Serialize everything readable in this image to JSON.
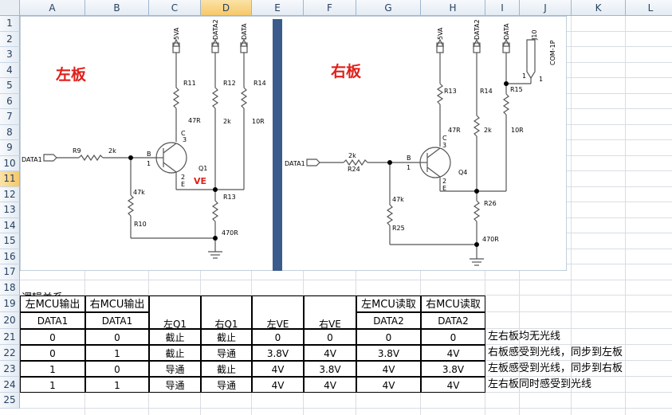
{
  "columns": [
    "A",
    "B",
    "C",
    "D",
    "E",
    "F",
    "G",
    "H",
    "I",
    "J",
    "K",
    "L"
  ],
  "selected_column": "D",
  "selected_row": "11",
  "rows": [
    "1",
    "2",
    "3",
    "4",
    "5",
    "6",
    "7",
    "8",
    "9",
    "10",
    "11",
    "12",
    "13",
    "14",
    "15",
    "16",
    "17",
    "18",
    "19",
    "20",
    "21",
    "22",
    "23",
    "24",
    "25"
  ],
  "circuit": {
    "left_title": "左板",
    "right_title": "右板",
    "left": {
      "labels": {
        "vcc": "5VA",
        "data2": "DATA2",
        "data": "DATA",
        "r11": "R11",
        "r11v": "47R",
        "r12": "R12",
        "r12v": "2k",
        "r14": "R14",
        "r14v": "10R",
        "input": "DATA1",
        "r9": "R9",
        "r9v": "2k",
        "b": "B",
        "pin1": "1",
        "c": "C",
        "pin3": "3",
        "pin2": "2",
        "e": "E",
        "q": "Q1",
        "ve": "VE",
        "r13": "R13",
        "r13v": "470R",
        "r10v": "47k",
        "r10": "R10"
      }
    },
    "right": {
      "labels": {
        "vcc": "5VA",
        "data2": "DATA2",
        "data": "DATA",
        "j": "J10",
        "jname": "COM-1P",
        "jpin1": "1",
        "jpin2": "1",
        "r13": "R13",
        "r13v": "47R",
        "r14": "R14",
        "r14v": "2k",
        "r15": "R15",
        "r15v": "10R",
        "input": "DATA1",
        "r24v": "2k",
        "r24": "R24",
        "b": "B",
        "pin1": "1",
        "c": "C",
        "pin3": "3",
        "pin2": "2",
        "e": "E",
        "q": "Q4",
        "r25v": "47k",
        "r25": "R25",
        "r26": "R26",
        "r26v": "470R"
      }
    }
  },
  "logic_title": "逻辑关系",
  "table": {
    "header_top": [
      "左MCU输出",
      "右MCU输出",
      "",
      "",
      "",
      "",
      "左MCU读取",
      "右MCU读取"
    ],
    "header_bottom": [
      "DATA1",
      "DATA1",
      "左Q1",
      "右Q1",
      "左VE",
      "右VE",
      "DATA2",
      "DATA2"
    ],
    "rows": [
      {
        "cells": [
          "0",
          "0",
          "截止",
          "截止",
          "0",
          "0",
          "0",
          "0"
        ],
        "note": "左右板均无光线"
      },
      {
        "cells": [
          "0",
          "1",
          "截止",
          "导通",
          "3.8V",
          "4V",
          "3.8V",
          "4V"
        ],
        "note": "右板感受到光线，同步到左板"
      },
      {
        "cells": [
          "1",
          "0",
          "导通",
          "截止",
          "4V",
          "3.8V",
          "4V",
          "3.8V"
        ],
        "note": "左板感受到光线，同步到右板"
      },
      {
        "cells": [
          "1",
          "1",
          "导通",
          "导通",
          "4V",
          "4V",
          "4V",
          "4V"
        ],
        "note": "左右板同时感受到光线"
      }
    ]
  },
  "colors": {
    "title_red": "#e0201b",
    "wire": "#555555",
    "header_bg": "#e4ebf3",
    "select": "#f5c86a",
    "ve_red": "#e0201b"
  }
}
